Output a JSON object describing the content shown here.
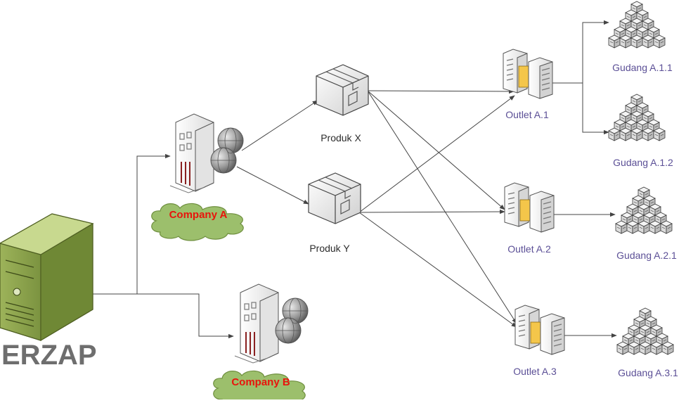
{
  "diagram": {
    "root": {
      "label": "ERZAP",
      "icon": "server-tower-icon"
    },
    "companies": [
      {
        "label": "Company A",
        "icon": "office-building-globe-icon"
      },
      {
        "label": "Company B",
        "icon": "office-building-globe-icon"
      }
    ],
    "products": [
      {
        "label": "Produk X",
        "icon": "package-box-icon"
      },
      {
        "label": "Produk Y",
        "icon": "package-box-icon"
      }
    ],
    "outlets": [
      {
        "label": "Outlet A.1",
        "icon": "store-buildings-icon"
      },
      {
        "label": "Outlet A.2",
        "icon": "store-buildings-icon"
      },
      {
        "label": "Outlet A.3",
        "icon": "store-buildings-icon"
      }
    ],
    "warehouses": [
      {
        "label": "Gudang A.1.1",
        "icon": "stacked-boxes-icon"
      },
      {
        "label": "Gudang A.1.2",
        "icon": "stacked-boxes-icon"
      },
      {
        "label": "Gudang A.2.1",
        "icon": "stacked-boxes-icon"
      },
      {
        "label": "Gudang A.3.1",
        "icon": "stacked-boxes-icon"
      }
    ],
    "edges": [
      {
        "from": "ERZAP",
        "to": "Company A"
      },
      {
        "from": "ERZAP",
        "to": "Company B"
      },
      {
        "from": "Company A",
        "to": "Produk X"
      },
      {
        "from": "Company A",
        "to": "Produk Y"
      },
      {
        "from": "Produk X",
        "to": "Outlet A.1"
      },
      {
        "from": "Produk X",
        "to": "Outlet A.2"
      },
      {
        "from": "Produk X",
        "to": "Outlet A.3"
      },
      {
        "from": "Produk Y",
        "to": "Outlet A.1"
      },
      {
        "from": "Produk Y",
        "to": "Outlet A.2"
      },
      {
        "from": "Produk Y",
        "to": "Outlet A.3"
      },
      {
        "from": "Outlet A.1",
        "to": "Gudang A.1.1"
      },
      {
        "from": "Outlet A.1",
        "to": "Gudang A.1.2"
      },
      {
        "from": "Outlet A.2",
        "to": "Gudang A.2.1"
      },
      {
        "from": "Outlet A.3",
        "to": "Gudang A.3.1"
      }
    ],
    "colors": {
      "server": "#8aa04a",
      "cloud": "#9cbf6c",
      "company_label": "#e8140c",
      "node_label": "#5b4f96",
      "edge": "#444444"
    }
  }
}
